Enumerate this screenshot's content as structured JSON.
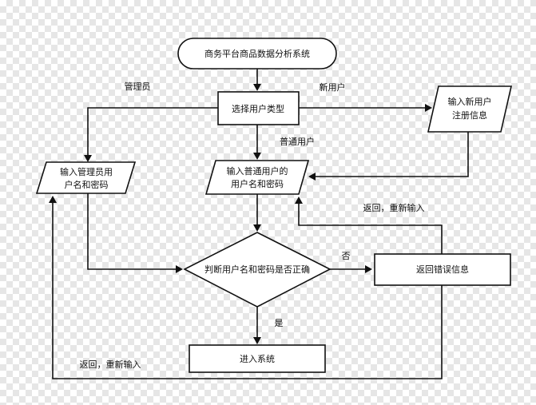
{
  "nodes": {
    "start": "商务平台商品数据分析系统",
    "choose": "选择用户类型",
    "new_user_1": "输入新用户",
    "new_user_2": "注册信息",
    "admin_1": "输入管理员用",
    "admin_2": "户名和密码",
    "normal_1": "输入普通用户的",
    "normal_2": "用户名和密码",
    "decision": "判断用户名和密码是否正确",
    "error": "返回错误信息",
    "enter": "进入系统"
  },
  "edges": {
    "admin": "管理员",
    "new_user": "新用户",
    "normal": "普通用户",
    "no": "否",
    "yes": "是",
    "back_normal": "返回，重新输入",
    "back_admin": "返回，重新输入"
  }
}
